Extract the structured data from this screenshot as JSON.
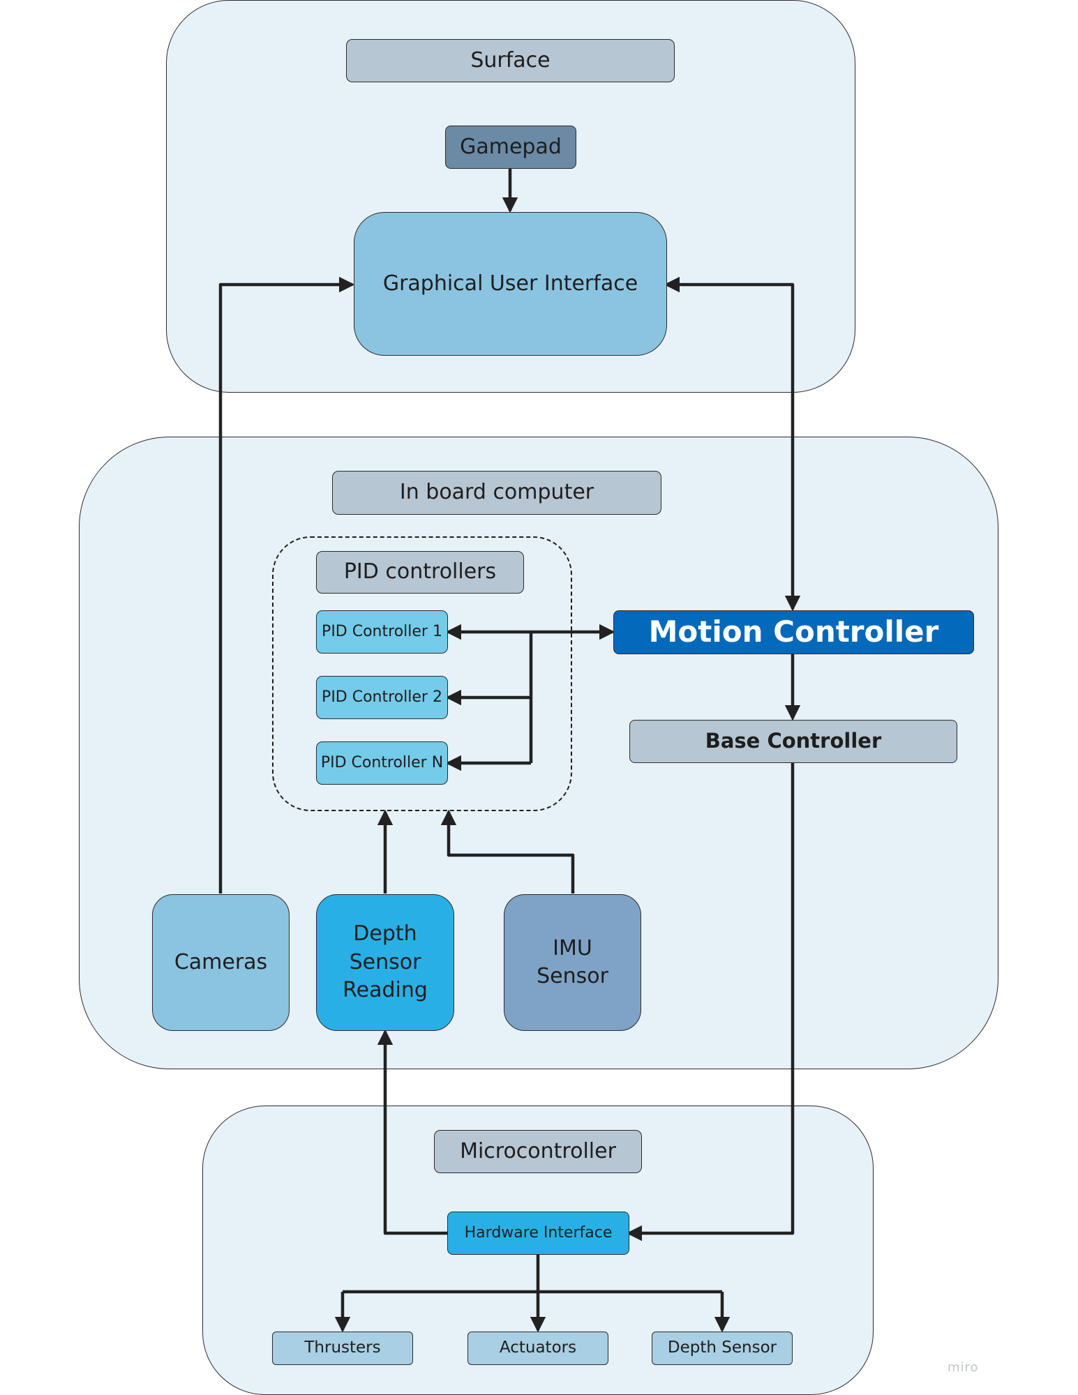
{
  "diagram": {
    "groups": {
      "surface": {
        "label": "Surface"
      },
      "onboard": {
        "label": "In board computer"
      },
      "micro": {
        "label": "Microcontroller"
      }
    },
    "nodes": {
      "gamepad": "Gamepad",
      "gui": "Graphical User Interface",
      "pid_group_label": "PID controllers",
      "pid1": "PID Controller 1",
      "pid2": "PID Controller 2",
      "pidn": "PID Controller N",
      "motion": "Motion Controller",
      "base": "Base Controller",
      "cameras": "Cameras",
      "depth_reading": "Depth Sensor Reading",
      "imu": "IMU Sensor",
      "hardware": "Hardware Interface",
      "thrusters": "Thrusters",
      "actuators": "Actuators",
      "depth_sensor": "Depth Sensor"
    },
    "edges": [
      {
        "from": "gamepad",
        "to": "gui"
      },
      {
        "from": "cameras",
        "to": "gui"
      },
      {
        "from": "gui",
        "to": "motion",
        "bidirectional": true
      },
      {
        "from": "motion",
        "to": "pid1",
        "bidirectional": true
      },
      {
        "from": "motion",
        "to": "pid2"
      },
      {
        "from": "motion",
        "to": "pidn"
      },
      {
        "from": "motion",
        "to": "base"
      },
      {
        "from": "depth_reading",
        "to": "pid_group"
      },
      {
        "from": "imu",
        "to": "pid_group"
      },
      {
        "from": "base",
        "to": "hardware"
      },
      {
        "from": "hardware",
        "to": "depth_reading"
      },
      {
        "from": "hardware",
        "to": "thrusters"
      },
      {
        "from": "hardware",
        "to": "actuators"
      },
      {
        "from": "hardware",
        "to": "depth_sensor"
      }
    ],
    "colors": {
      "group_fill": "#e7f1f8",
      "label_fill": "#b6c6d2",
      "motion_fill": "#0369bb",
      "depth_fill": "#28b0e6",
      "imu_fill": "#7fa3c6",
      "gui_fill": "#8bc4e0",
      "edge": "#222222"
    },
    "watermark": "miro"
  }
}
